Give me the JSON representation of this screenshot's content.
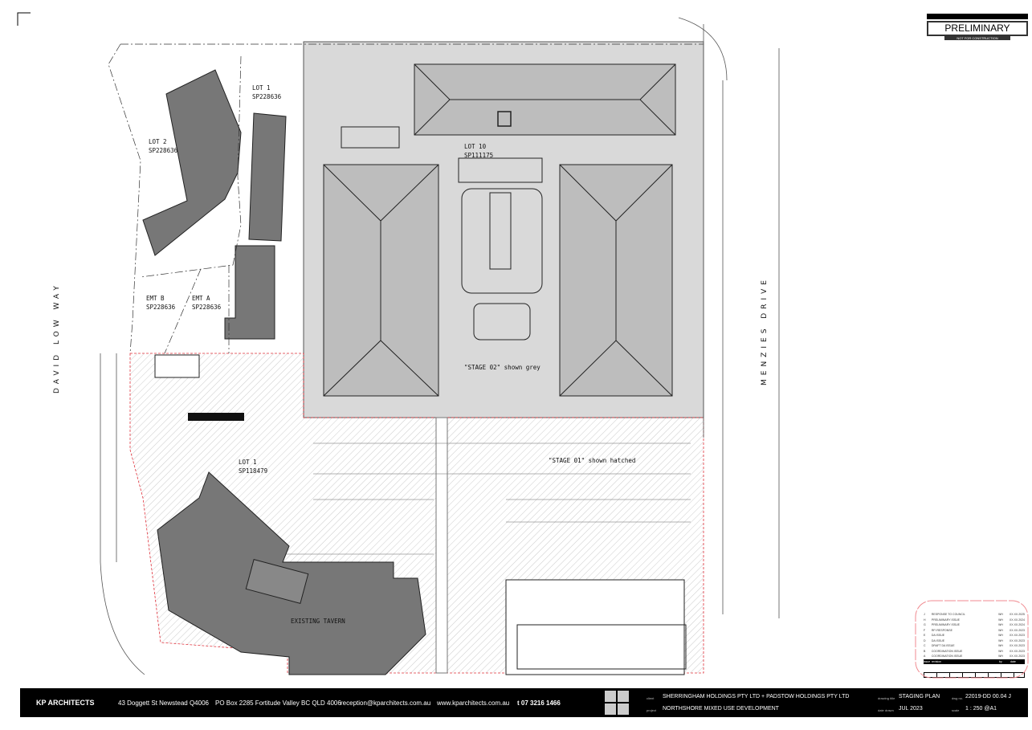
{
  "stamp": {
    "title": "PRELIMINARY",
    "subtitle": "NOT FOR CONSTRUCTION"
  },
  "plan": {
    "labels": {
      "lot1_north": "LOT 1\nSP228636",
      "lot2": "LOT 2\nSP228636",
      "emt_b": "EMT B\nSP228636",
      "emt_a": "EMT A\nSP228636",
      "lot10": "LOT 10\nSP111175",
      "stage02": "\"STAGE 02\" shown grey",
      "stage01": "\"STAGE 01\" shown hatched",
      "lot1_south": "LOT 1\nSP118479",
      "tavern": "EXISTING TAVERN"
    },
    "streets": {
      "west": "DAVID LOW WAY",
      "east": "MENZIES DRIVE"
    }
  },
  "revisions": {
    "rows": [
      {
        "issue": "J",
        "revision": "RESPONSE TO COUNCIL",
        "by": "WH",
        "date": "XX.XX.2025"
      },
      {
        "issue": "H",
        "revision": "PRELIMINARY ISSUE",
        "by": "WH",
        "date": "XX.XX.2024"
      },
      {
        "issue": "G",
        "revision": "PRELIMINARY ISSUE",
        "by": "WH",
        "date": "XX.XX.2024"
      },
      {
        "issue": "F",
        "revision": "RFI RESPONSE",
        "by": "WH",
        "date": "XX.XX.2023"
      },
      {
        "issue": "E",
        "revision": "DA ISSUE",
        "by": "WH",
        "date": "XX.XX.2023"
      },
      {
        "issue": "D",
        "revision": "DA ISSUE",
        "by": "WH",
        "date": "XX.XX.2023"
      },
      {
        "issue": "C",
        "revision": "DRAFT DA ISSUE",
        "by": "WH",
        "date": "XX.XX.2023"
      },
      {
        "issue": "B",
        "revision": "COORDINATION ISSUE",
        "by": "WH",
        "date": "XX.XX.2023"
      },
      {
        "issue": "A",
        "revision": "COORDINATION ISSUE",
        "by": "WH",
        "date": "XX.XX.2023"
      }
    ],
    "headers": {
      "issue": "issue",
      "revision": "revision",
      "by": "by",
      "date": "date"
    }
  },
  "titleblock": {
    "firm": "KP ARCHITECTS",
    "address": "43 Doggett St Newstead Q4006",
    "po_box": "PO Box 2285 Fortitude Valley BC QLD 4006",
    "email": "reception@kparchitects.com.au",
    "web": "www.kparchitects.com.au",
    "phone": "t 07 3216 1466",
    "client_label": "client",
    "client": "SHERRINGHAM HOLDINGS PTY LTD + PADSTOW HOLDINGS PTY LTD",
    "project_label": "project",
    "project": "NORTHSHORE MIXED USE DEVELOPMENT",
    "drawing_title_label": "drawing title",
    "drawing_title": "STAGING PLAN",
    "date_label": "date drawn",
    "date": "JUL 2023",
    "dwg_label": "dwg no.",
    "dwg_no": "22019-DD 00.04  J",
    "scale_label": "scale",
    "scale": "1 : 250 @A1"
  },
  "colors": {
    "stage02": "#d9d9d9",
    "roof": "#bdbdbd",
    "existing": "#777777",
    "boundary": "#e0303a"
  }
}
